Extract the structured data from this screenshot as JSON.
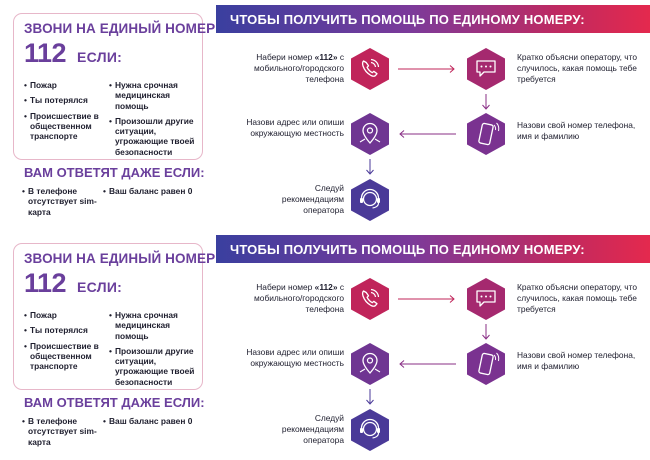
{
  "panels": [
    {
      "card_title": "ЗВОНИ НА ЕДИНЫЙ НОМЕР",
      "number": "112",
      "if_word": "ЕСЛИ:",
      "col_left": [
        "Пожар",
        "Ты потерялся",
        "Происшествие в общественном транспорте"
      ],
      "col_right": [
        "Нужна срочная медицинская помощь",
        "Произошли другие ситуации, угрожающие твоей безопасности"
      ],
      "answer_title": "ВАМ ОТВЕТЯТ ДАЖЕ ЕСЛИ:",
      "answer_left": "В телефоне отсутствует sim-карта",
      "answer_right": "Ваш баланс равен 0",
      "banner": "ЧТОБЫ ПОЛУЧИТЬ ПОМОЩЬ ПО ЕДИНОМУ НОМЕРУ:",
      "step1_pre": "Набери номер ",
      "step1_num": "«112»",
      "step1_post": "с мобильного/городского телефона",
      "step2": "Кратко объясни оператору, что случилось, какая помощь тебе требуется",
      "step3": "Назови свой номер телефона, имя и фамилию",
      "step4": "Назови адрес или опиши окружающую местность",
      "step5": "Следуй рекомендациям оператора"
    },
    {
      "card_title": "ЗВОНИ НА ЕДИНЫЙ НОМЕР",
      "number": "112",
      "if_word": "ЕСЛИ:",
      "col_left": [
        "Пожар",
        "Ты потерялся",
        "Происшествие в общественном транспорте"
      ],
      "col_right": [
        "Нужна срочная медицинская помощь",
        "Произошли другие ситуации, угрожающие твоей безопасности"
      ],
      "answer_title": "ВАМ ОТВЕТЯТ ДАЖЕ ЕСЛИ:",
      "answer_left": "В телефоне отсутствует sim-карта",
      "answer_right": "Ваш баланс равен 0",
      "banner": "ЧТОБЫ ПОЛУЧИТЬ ПОМОЩЬ ПО ЕДИНОМУ НОМЕРУ:",
      "step1_pre": "Набери номер ",
      "step1_num": "«112»",
      "step1_post": "с мобильного/городского телефона",
      "step2": "Кратко объясни оператору, что случилось, какая помощь тебе требуется",
      "step3": "Назови свой номер телефона, имя и фамилию",
      "step4": "Назови адрес или опиши окружающую местность",
      "step5": "Следуй рекомендациям оператора"
    }
  ],
  "colors": {
    "accent_purple": "#6a3f9c",
    "hex_crimson": "#c0245a",
    "hex_plum": "#8a2f86",
    "hex_indigo": "#4a3a98",
    "card_border": "#e7b7c9"
  },
  "icons": [
    "phone-call-icon",
    "chat-bubble-icon",
    "smartphone-icon",
    "map-pin-icon",
    "headset-operator-icon"
  ]
}
